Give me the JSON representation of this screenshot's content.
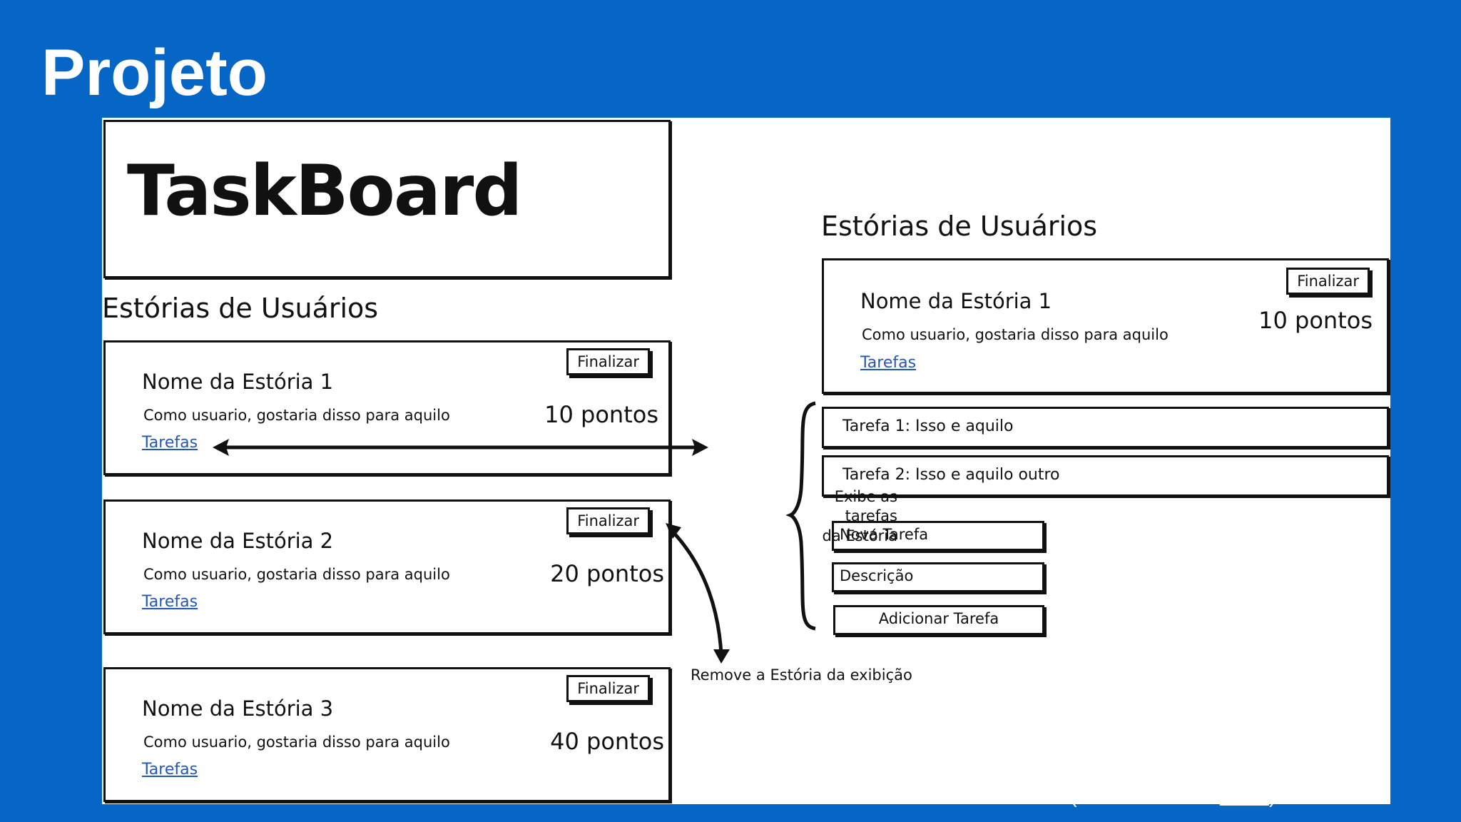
{
  "slide": {
    "title": "Projeto",
    "credit_prefix": "(",
    "credit_link": "l.com",
    "credit_suffix": ")"
  },
  "mockup": {
    "app_title": "TaskBoard",
    "left": {
      "section_title": "Estórias de Usuários",
      "stories": [
        {
          "name": "Nome da Estória 1",
          "description": "Como usuario, gostaria disso para aquilo",
          "link": "Tarefas",
          "points": "10 pontos",
          "button": "Finalizar"
        },
        {
          "name": "Nome da Estória 2",
          "description": "Como usuario, gostaria disso para aquilo",
          "link": "Tarefas",
          "points": "20 pontos",
          "button": "Finalizar"
        },
        {
          "name": "Nome da Estória 3",
          "description": "Como usuario, gostaria disso para aquilo",
          "link": "Tarefas",
          "points": "40 pontos",
          "button": "Finalizar"
        }
      ]
    },
    "right": {
      "section_title": "Estórias de Usuários",
      "story": {
        "name": "Nome da Estória 1",
        "description": "Como usuario, gostaria disso para aquilo",
        "link": "Tarefas",
        "points": "10 pontos",
        "button": "Finalizar"
      },
      "tasks": [
        "Tarefa 1: Isso e aquilo",
        "Tarefa 2: Isso e aquilo outro"
      ],
      "new_task_placeholder": "Nova Tarefa",
      "description_placeholder": "Descrição",
      "add_button": "Adicionar Tarefa"
    },
    "annotations": {
      "show_tasks_line1": "Exibe as",
      "show_tasks_line2": "tarefas",
      "show_tasks_line3": "da Estória",
      "remove_story": "Remove a Estória da exibição"
    }
  }
}
